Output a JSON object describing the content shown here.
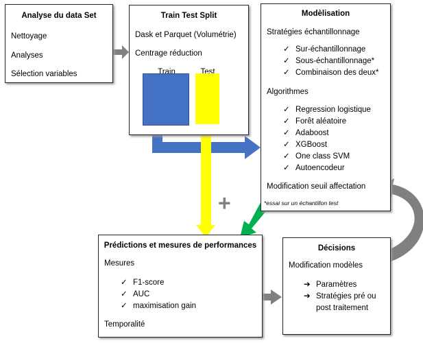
{
  "box1": {
    "title": "Analyse du data Set",
    "items": [
      "Nettoyage",
      "Analyses",
      "Sélection variables"
    ]
  },
  "box2": {
    "title": "Train Test Split",
    "line1": "Dask et Parquet (Volumétrie)",
    "line2": "Centrage réduction",
    "train_label": "Train",
    "test_label": "Test"
  },
  "box3": {
    "title": "Modèlisation",
    "section1": "Stratégies échantillonnage",
    "section1_items": [
      "Sur-échantillonnage",
      "Sous-échantillonnage*",
      "Combinaison des deux*"
    ],
    "section2": "Algorithmes",
    "section2_items": [
      "Regression logistique",
      "Forêt aléatoire",
      "Adaboost",
      "XGBoost",
      "One class SVM",
      "Autoencodeur"
    ],
    "section3": "Modification seuil affectation",
    "note": "*essai sur un échantillon test"
  },
  "box4": {
    "title": "Prédictions et mesures de performances",
    "section1": "Mesures",
    "items": [
      "F1-score",
      "AUC",
      "maximisation gain"
    ],
    "section2": "Temporalité"
  },
  "box5": {
    "title": "Décisions",
    "line1": "Modification modèles",
    "items": [
      "Paramètres",
      "Stratégies pré ou",
      "post traitement"
    ]
  },
  "symbols": {
    "check": "✓",
    "arrow": "➔",
    "plus": "+"
  },
  "colors": {
    "train": "#4472c4",
    "test": "#ffff00",
    "gray_arrow": "#808080",
    "green_arrow": "#00b050"
  }
}
